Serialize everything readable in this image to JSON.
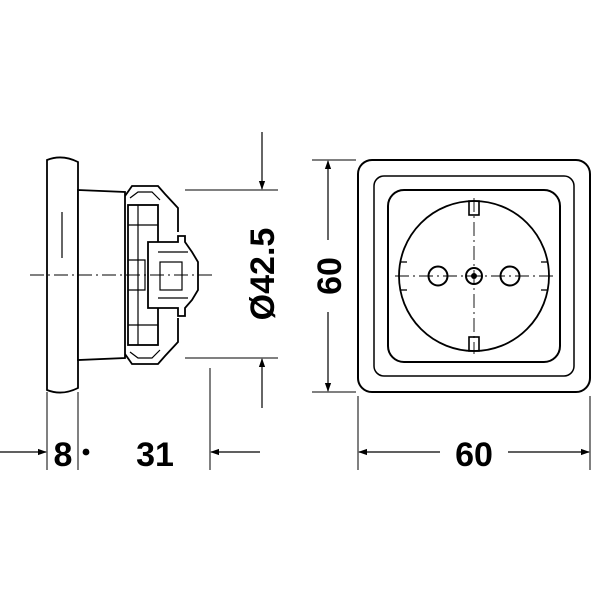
{
  "dimensions": {
    "front_width": "60",
    "front_height": "60",
    "diameter": "Ø42.5",
    "depth_plate": "8",
    "depth_body": "31"
  },
  "colors": {
    "line": "#000000",
    "background": "#ffffff"
  }
}
